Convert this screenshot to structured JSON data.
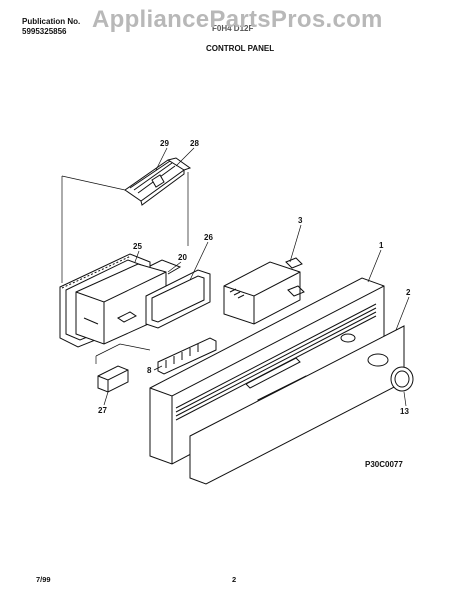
{
  "header": {
    "publication_label": "Publication No.",
    "publication_number": "5995325856",
    "watermark": "AppliancePartsPros.com",
    "model_fragment": "F0H4 D12F",
    "section_title": "CONTROL PANEL"
  },
  "diagram": {
    "drawing_code": "P30C0077",
    "callouts": [
      "29",
      "28",
      "3",
      "1",
      "25",
      "26",
      "20",
      "2",
      "8",
      "27",
      "13"
    ]
  },
  "footer": {
    "date": "7/99",
    "page": "2"
  }
}
